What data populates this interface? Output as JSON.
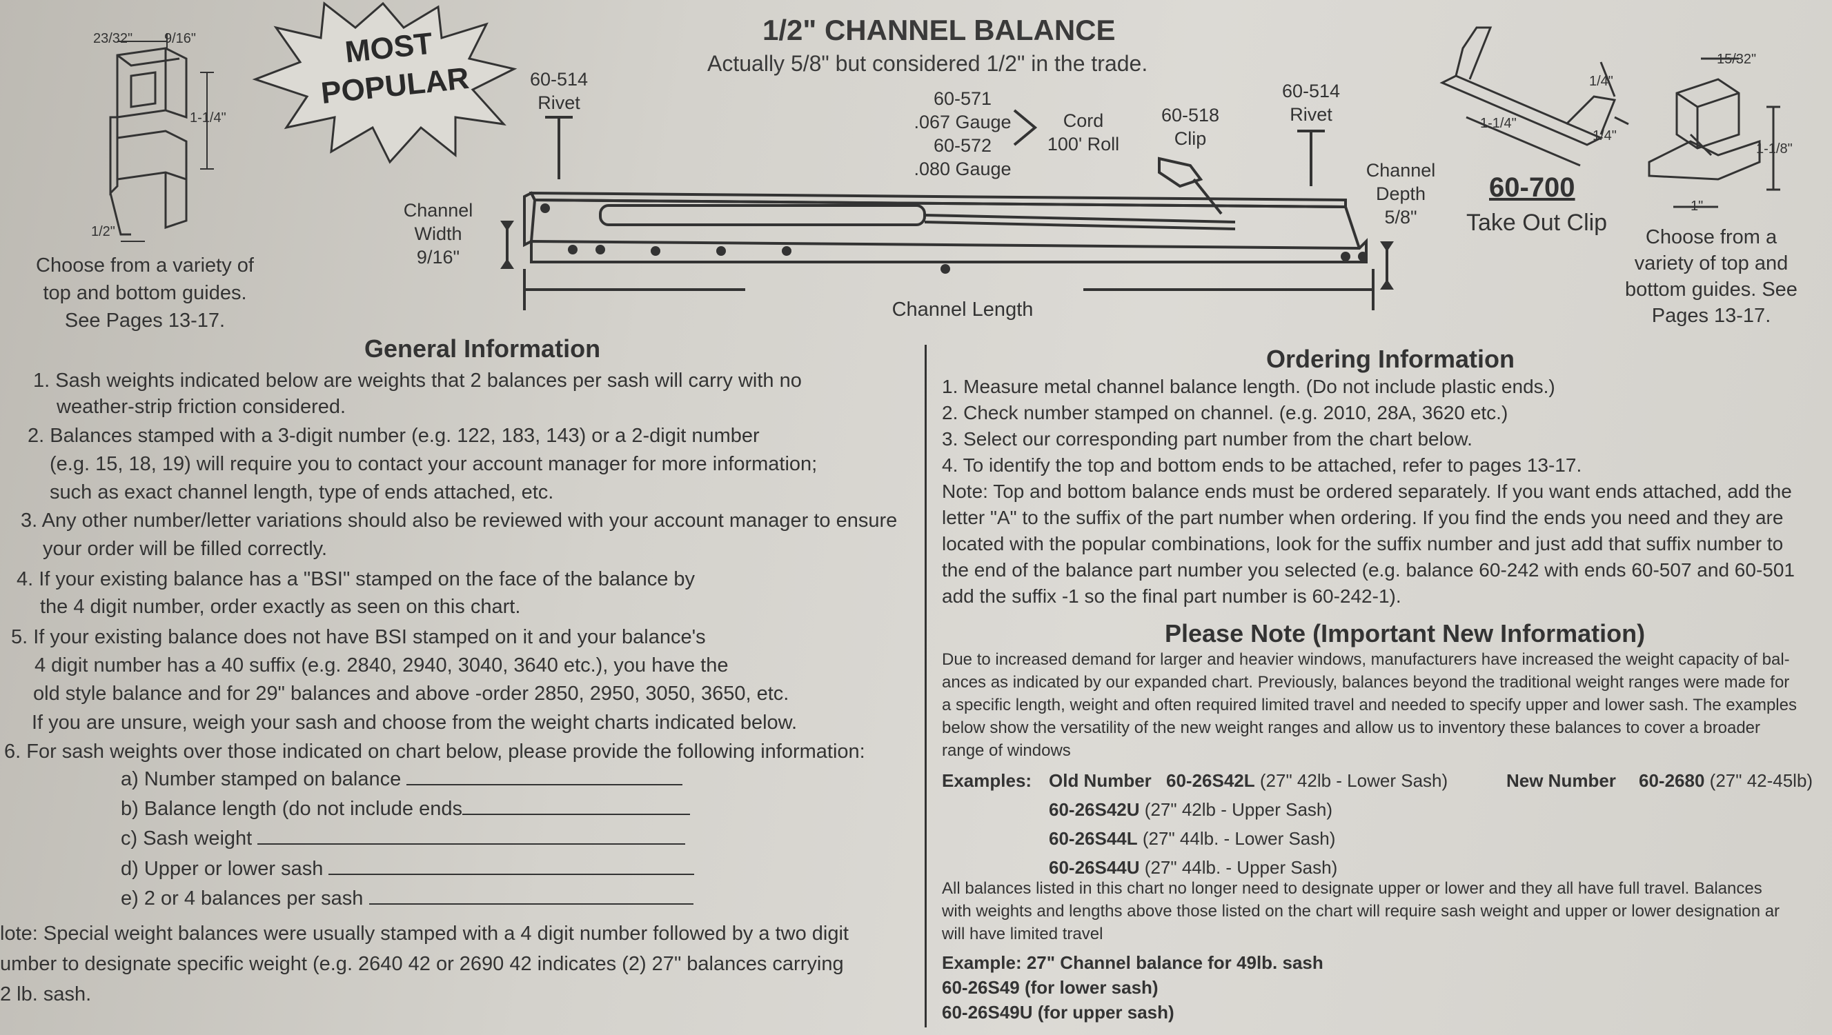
{
  "header": {
    "title": "1/2\" CHANNEL BALANCE",
    "subtitle": "Actually 5/8\" but considered 1/2\" in the trade."
  },
  "badge": {
    "line1": "MOST",
    "line2": "POPULAR"
  },
  "left_guide": {
    "dim_top_left": "23/32\"",
    "dim_top_right": "9/16\"",
    "dim_height": "1-1/4\"",
    "dim_bottom": "1/2\"",
    "caption": [
      "Choose from a variety of",
      "top and bottom guides.",
      "See Pages 13-17."
    ]
  },
  "diagram": {
    "rivet_left": [
      "60-514",
      "Rivet"
    ],
    "rivet_right": [
      "60-514",
      "Rivet"
    ],
    "gauge": [
      "60-571",
      ".067 Gauge",
      "60-572",
      ".080 Gauge"
    ],
    "cord": [
      "Cord",
      "100' Roll"
    ],
    "clip": [
      "60-518",
      "Clip"
    ],
    "channel_width": [
      "Channel",
      "Width",
      "9/16\""
    ],
    "channel_depth": [
      "Channel",
      "Depth",
      "5/8\""
    ],
    "channel_length": "Channel Length"
  },
  "take_out_clip": {
    "part": "60-700",
    "label": "Take Out Clip",
    "dim_a": "1/4\"",
    "dim_b": "1-1/4\"",
    "dim_c": "1/4\""
  },
  "right_guide": {
    "dim_top": "15/32\"",
    "dim_height": "1-1/8\"",
    "dim_bottom": "1\"",
    "caption": [
      "Choose from a",
      "variety of top and",
      "bottom guides. See",
      "Pages 13-17."
    ]
  },
  "general": {
    "heading": "General Information",
    "lines": [
      "1. Sash weights indicated below are weights that 2 balances per sash will carry with no",
      "weather-strip friction considered.",
      "2. Balances stamped with a 3-digit number (e.g. 122, 183, 143) or a 2-digit number",
      "(e.g. 15, 18, 19) will require you to contact your account manager for more information;",
      "such as exact channel length, type of ends attached, etc.",
      "3. Any other number/letter variations should also be reviewed with your account manager to ensure",
      "your order will be filled correctly.",
      "4. If your existing balance has a \"BSI\" stamped on the face of the balance by",
      "the 4 digit number, order exactly as seen on this chart.",
      "5. If your existing balance does not have BSI stamped on it and your balance's",
      "4 digit number has a 40 suffix (e.g. 2840, 2940, 3040, 3640 etc.), you have the",
      "old style balance and for 29\" balances and above -order 2850, 2950, 3050, 3650, etc.",
      "If you are unsure, weigh your sash and choose from the weight charts indicated below.",
      "6. For sash weights over those indicated on chart below, please provide the following information:"
    ],
    "form": [
      "a) Number stamped on balance",
      "b) Balance length (do not include ends",
      "c) Sash weight",
      "d) Upper or lower sash",
      "e) 2 or 4 balances per sash"
    ],
    "note": [
      "lote: Special weight balances were usually stamped with a 4 digit number followed by a two digit",
      "umber to designate specific weight (e.g. 2640 42 or 2690 42 indicates  (2) 27\" balances carrying",
      "2 lb. sash."
    ]
  },
  "ordering": {
    "heading": "Ordering Information",
    "lines": [
      "1. Measure metal channel balance length. (Do not include plastic ends.)",
      "2. Check number stamped on channel. (e.g. 2010, 28A, 3620 etc.)",
      "3. Select our corresponding part number from the chart below.",
      "4. To identify the top and bottom ends to be attached, refer to pages 13-17.",
      "Note: Top and bottom balance ends must be ordered separately. If you want ends attached, add the",
      "letter \"A\" to the suffix of the part number when ordering. If you find the ends you need and they are",
      "located with the popular combinations, look for the suffix number and just add that suffix number to",
      "the end of the balance part number you selected (e.g. balance 60-242 with ends 60-507 and 60-501",
      "add the suffix -1 so the final part number is 60-242-1)."
    ]
  },
  "please_note": {
    "heading": "Please Note (Important New Information)",
    "lines": [
      "Due to increased demand for larger and heavier windows, manufacturers have increased the weight capacity of bal-",
      "ances as indicated by our expanded chart. Previously, balances beyond the traditional weight ranges were made for",
      "a specific length, weight and often required limited travel and needed to specify upper and lower sash. The examples",
      "below show the versatility of the new weight ranges and allow us to inventory these balances to cover a broader",
      "range of windows"
    ],
    "examples_label": "Examples:",
    "old_label": "Old Number",
    "old_items": [
      {
        "part": "60-26S42L",
        "desc": "(27\" 42lb - Lower Sash)"
      },
      {
        "part": "60-26S42U",
        "desc": "(27\" 42lb - Upper Sash)"
      },
      {
        "part": "60-26S44L",
        "desc": "(27\" 44lb. - Lower Sash)"
      },
      {
        "part": "60-26S44U",
        "desc": "(27\" 44lb. - Upper Sash)"
      }
    ],
    "new_label": "New Number",
    "new_part": "60-2680",
    "new_desc": "(27\" 42-45lb)",
    "after_lines": [
      "All balances listed in this chart no longer need to designate upper or lower and they all have full travel. Balances",
      "with weights and lengths above those listed on the chart will require sash weight and upper or lower designation ar",
      "will have limited travel"
    ],
    "example_title": "Example: 27\" Channel balance for 49lb. sash",
    "example_lower": "60-26S49 (for lower sash)",
    "example_upper": "60-26S49U (for upper sash)"
  }
}
